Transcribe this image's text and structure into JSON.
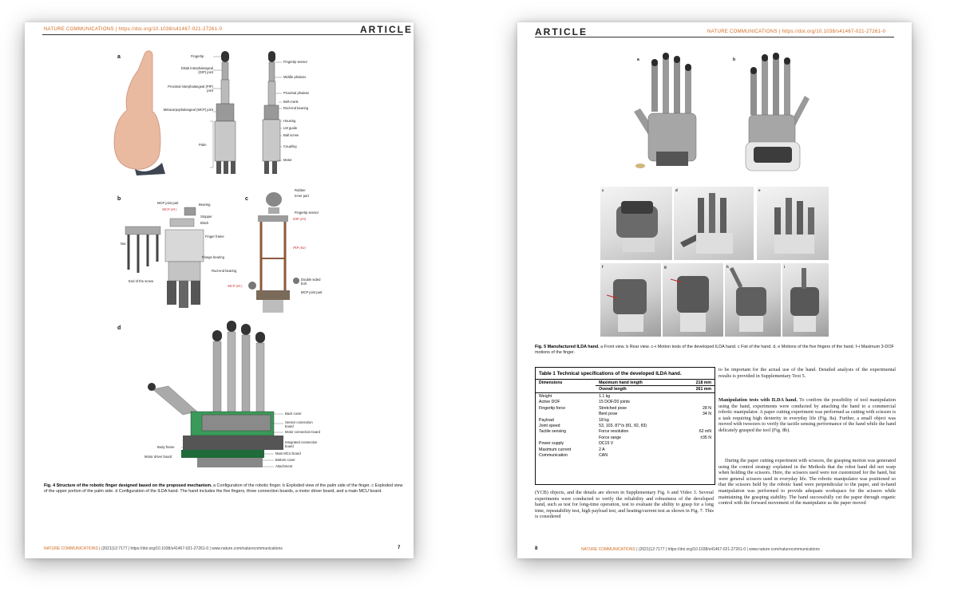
{
  "left_page": {
    "header_journal": "NATURE COMMUNICATIONS | https://doi.org/10.1038/s41467-021-27261-0",
    "header_type": "ARTICLE",
    "panel_letters": [
      "a",
      "b",
      "c",
      "d"
    ],
    "panel_a_labels": [
      "Fingertip",
      "Distal interphalangeal (DIP) joint",
      "Proximal interphalangeal (PIP) joint",
      "Metacarpophalangeal (MCP) joint",
      "Palm",
      "Fingertip sensor",
      "Middle phalanx",
      "Proximal phalanx",
      "Bell-crank",
      "Rod-end bearing",
      "Housing",
      "LM guide",
      "Ball screw",
      "Coupling",
      "Motor"
    ],
    "panel_b_labels": [
      "MCP joint part",
      "MCP (θ1)",
      "Bearing",
      "Stopper",
      "Block",
      "Nut",
      "Finger frame",
      "Flange bearing",
      "End of the screw"
    ],
    "panel_c_labels": [
      "Rubber",
      "Inner part",
      "Fingertip sensor",
      "DIP (θ3)",
      "PIP (θ2)",
      "Rod-end bearing",
      "MCP (θ1)",
      "Double sided bolt",
      "MCP joint part"
    ],
    "panel_d_labels": [
      "Back cover",
      "Sensor connection board",
      "Motor connection board",
      "Integrated connection board",
      "Main MCU board",
      "Bottom cover",
      "Attachment",
      "Body frame",
      "Motor driver board"
    ],
    "caption_title": "Fig. 4 Structure of the robotic finger designed based on the proposed mechanism.",
    "caption_body": " a Configuration of the robotic finger. b Exploded view of the palm side of the finger. c Exploded view of the upper portion of the palm side. d Configuration of the ILDA hand. The hand includes the five fingers, three connection boards, a motor driver board, and a main MCU board.",
    "footer_journal": "NATURE COMMUNICATIONS",
    "footer_rest": " | (2021)12:7177 | https://doi.org/10.1038/s41467-021-27261-0 | www.nature.com/naturecommunications",
    "page_number": "7"
  },
  "right_page": {
    "header_type": "ARTICLE",
    "header_journal": "NATURE COMMUNICATIONS | https://doi.org/10.1038/s41467-021-27261-0",
    "photo_letters": [
      "a",
      "b",
      "c",
      "d",
      "e",
      "f",
      "g",
      "h",
      "i"
    ],
    "caption_title": "Fig. 5 Manufactured ILDA hand.",
    "caption_body": " a Front view. b Rear view. c–i Motion tests of the developed ILDA hand. c Fist of the hand. d, e Motions of the five fingers of the hand. f–i Maximum 3-DOF motions of the finger.",
    "table": {
      "title": "Table 1 Technical specifications of the developed ILDA hand.",
      "header": [
        [
          "Dimensions",
          "Maximum hand length",
          "218 mm"
        ],
        [
          "",
          "Overall length",
          "261 mm"
        ]
      ],
      "rows": [
        [
          "Weight",
          "1.1 kg",
          ""
        ],
        [
          "Active DOF",
          "15 DOF/20 joints",
          ""
        ],
        [
          "Fingertip force",
          "Stretched pose",
          "28 N"
        ],
        [
          "",
          "Bent pose",
          "34 N"
        ],
        [
          "Payload",
          "18 kg",
          ""
        ],
        [
          "Joint speed",
          "53, 103, 87°/s (θ1, θ2, θ3)",
          ""
        ],
        [
          "Tactile sensing",
          "Force resolution",
          "62 mN"
        ],
        [
          "",
          "Force range",
          "±35 N"
        ],
        [
          "Power supply",
          "DC15 V",
          ""
        ],
        [
          "Maximum current",
          "2 A",
          ""
        ],
        [
          "Communication",
          "CAN",
          ""
        ]
      ]
    },
    "text_col_left": "(YCB) objects, and the details are shown in Supplementary Fig. 6 and Video 3. Several experiments were conducted to verify the reliability and robustness of the developed hand, such as test for long-time operation, test to evaluate the ability to grasp for a long time, repeatability test, high payload test, and heating/current test as shown in Fig. 7. This is considered",
    "text_col_right_1": "to be important for the actual use of the hand. Detailed analysis of the experimental results is provided in Supplementary Text 5.",
    "section_title": "Manipulation tests with ILDA hand.",
    "text_col_right_2": " To confirm the possibility of tool manipulation using the hand, experiments were conducted by attaching the hand to a commercial robotic manipulator. A paper cutting experiment was performed as cutting with scissors is a task requiring high dexterity in everyday life (Fig. 8a). Further, a small object was moved with tweezers to verify the tactile sensing performance of the hand while the hand delicately grasped the tool (Fig. 8b).",
    "text_col_right_3": "During the paper cutting experiment with scissors, the grasping motion was generated using the control strategy explained in the Methods that the robot hand did not warp when holding the scissors. Here, the scissors used were not customized for the hand, but were general scissors used in everyday life. The robotic manipulator was positioned so that the scissors held by the robotic hand were perpendicular to the paper, and in-hand manipulation was performed to provide adequate workspace for the scissors while maintaining the grasping stability. The hand successfully cut the paper through organic control with the forward movement of the manipulator as the paper moved",
    "page_number": "8",
    "footer_journal": "NATURE COMMUNICATIONS",
    "footer_rest": " | (2021)12:7177 | https://doi.org/10.1038/s41467-021-27261-0 | www.nature.com/naturecommunications"
  }
}
